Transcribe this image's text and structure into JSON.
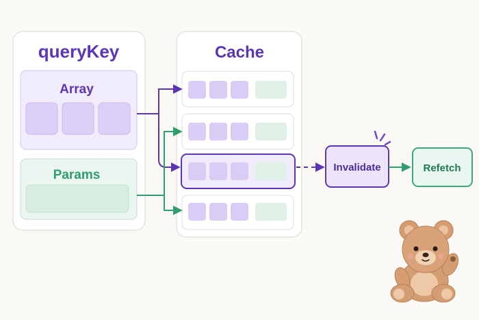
{
  "diagram": {
    "query_key": {
      "title": "queryKey",
      "array_label": "Array",
      "params_label": "Params"
    },
    "cache": {
      "title": "Cache"
    },
    "invalidate_label": "Invalidate",
    "refetch_label": "Refetch"
  },
  "colors": {
    "purple_accent": "#5b35b5",
    "purple_fill": "#d9ccf5",
    "green_accent": "#2f9d6c",
    "green_fill": "#dff0e7",
    "background": "#fbf9f5"
  },
  "icons": {
    "mascot": "teddy-bear-icon",
    "burst": "burst-lines-icon"
  }
}
